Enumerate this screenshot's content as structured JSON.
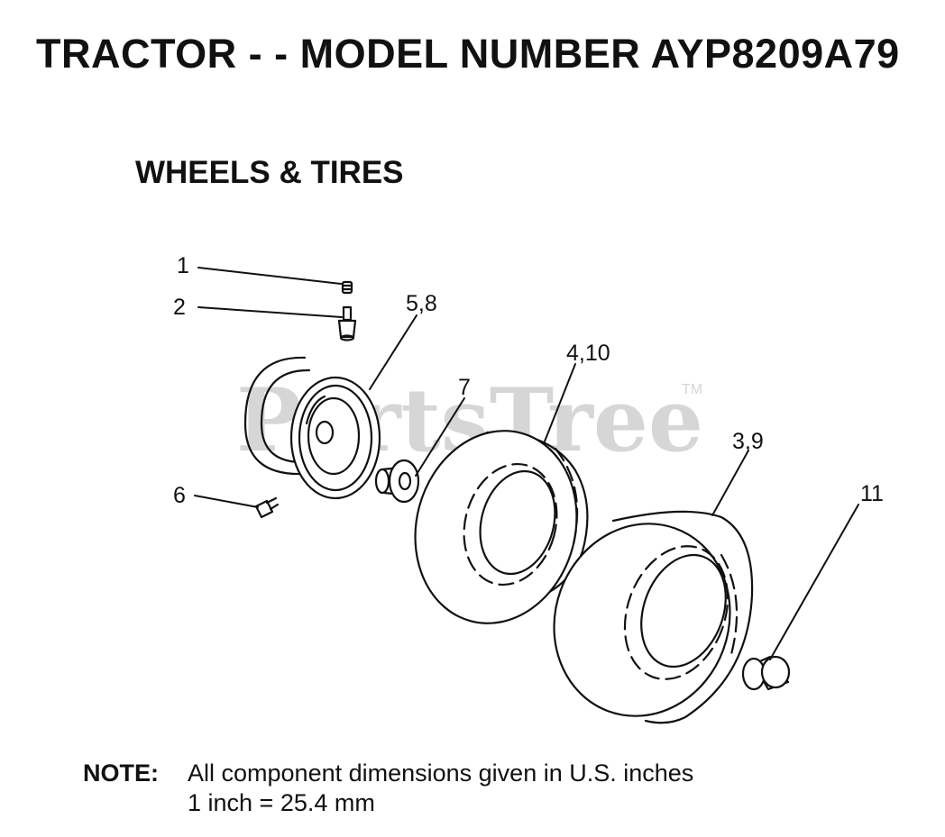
{
  "header": {
    "title": "TRACTOR - - MODEL NUMBER AYP8209A79"
  },
  "section": {
    "title": "WHEELS & TIRES"
  },
  "watermark": {
    "text": "PartsTree",
    "tm": "TM"
  },
  "callouts": {
    "c1": "1",
    "c2": "2",
    "c5_8": "5,8",
    "c4_10": "4,10",
    "c7": "7",
    "c3_9": "3,9",
    "c6": "6",
    "c11": "11"
  },
  "note": {
    "label": "NOTE:",
    "line1": "All component dimensions given in U.S. inches",
    "line2": "1 inch = 25.4 mm"
  },
  "colors": {
    "ink": "#111111",
    "watermark": "#d6d6d6",
    "background": "#ffffff"
  }
}
